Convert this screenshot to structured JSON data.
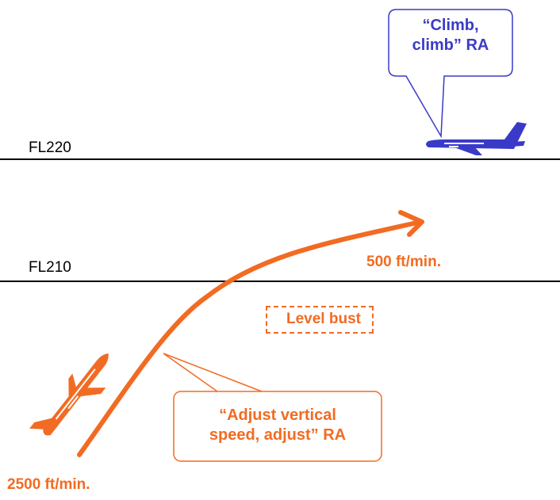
{
  "levels": {
    "upper": "FL220",
    "lower": "FL210"
  },
  "upper_aircraft_callout": {
    "line1": "“Climb,",
    "line2": "climb” RA"
  },
  "lower_aircraft_callout": {
    "line1": "“Adjust vertical",
    "line2": "speed, adjust” RA"
  },
  "rates": {
    "final": "500 ft/min.",
    "initial": "2500 ft/min."
  },
  "level_bust_label": "Level bust",
  "colors": {
    "orange": "#F26B22",
    "blue": "#3A3AC8",
    "line": "#000000"
  },
  "icons": {
    "upper_aircraft": "airliner-icon",
    "lower_aircraft": "airliner-icon"
  }
}
